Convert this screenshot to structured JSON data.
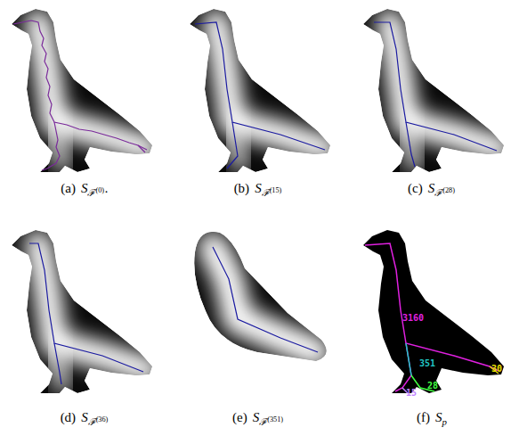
{
  "diagram": {
    "labels": [
      "(a)",
      "S",
      "ℱ",
      "(0)",
      ".",
      "(b)",
      "S",
      "ℱ",
      "(15)",
      "(c)",
      "S",
      "ℱ",
      "(28)",
      "(d)",
      "S",
      "ℱ",
      "(36)",
      "(e)",
      "S",
      "ℱ",
      "(351)",
      "(f)",
      "S",
      "p",
      "3160",
      "351",
      "30",
      "28",
      "15"
    ]
  }
}
